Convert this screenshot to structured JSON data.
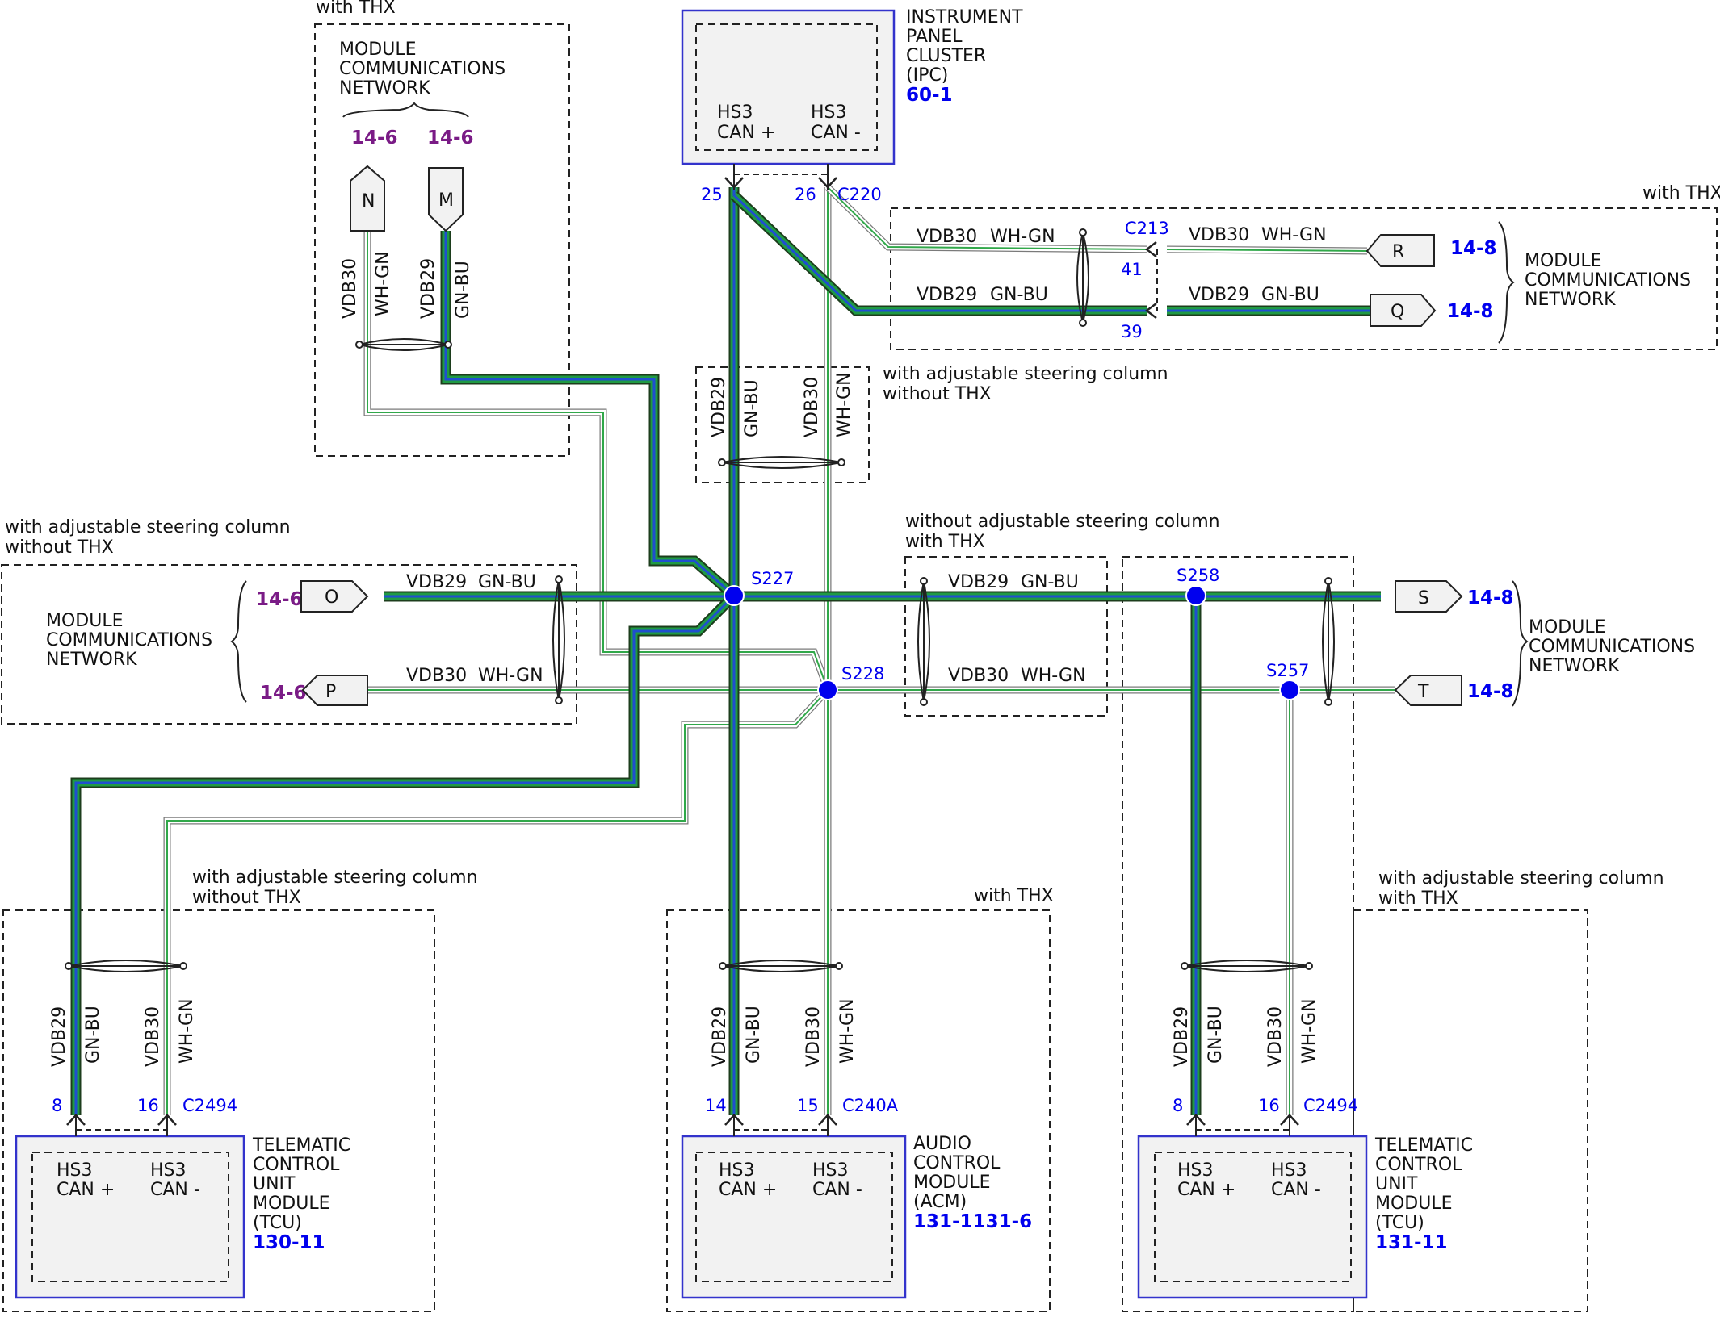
{
  "colors": {
    "wire_gnbu_outer": "#1c3d1c",
    "wire_gnbu_green": "#1f9a44",
    "wire_gnbu_blue": "#1f4fd0",
    "wire_whgn_outer": "#7a7a7a",
    "wire_whgn_stripe": "#31a84a",
    "splice": "#0000ee",
    "ref_blue": "#0000ee",
    "ref_purple": "#7a1b86"
  },
  "conditions": {
    "with_thx_top": "with THX",
    "with_thx_right": "with THX",
    "adj_without_thx_center_1": "with adjustable steering column",
    "adj_without_thx_center_2": "without THX",
    "adj_without_thx_left_1": "with adjustable steering column",
    "adj_without_thx_left_2": "without THX",
    "no_adj_with_thx_1": "without adjustable steering column",
    "no_adj_with_thx_2": "with THX",
    "adj_without_thx_bottom_1": "with adjustable steering column",
    "adj_without_thx_bottom_2": "without THX",
    "with_thx_bottom": "with THX",
    "adj_with_thx_bottom_1": "with adjustable steering column",
    "adj_with_thx_bottom_2": "with THX"
  },
  "networks": {
    "top": {
      "line1": "MODULE",
      "line2": "COMMUNICATIONS",
      "line3": "NETWORK",
      "ref_n": "14-6",
      "ref_m": "14-6"
    },
    "right_upper": {
      "line1": "MODULE",
      "line2": "COMMUNICATIONS",
      "line3": "NETWORK",
      "ref_r": "14-8",
      "ref_q": "14-8"
    },
    "left": {
      "line1": "MODULE",
      "line2": "COMMUNICATIONS",
      "line3": "NETWORK",
      "ref_o": "14-6",
      "ref_p": "14-6"
    },
    "right_lower": {
      "line1": "MODULE",
      "line2": "COMMUNICATIONS",
      "line3": "NETWORK",
      "ref_s": "14-8",
      "ref_t": "14-8"
    }
  },
  "connectors": {
    "n": "N",
    "m": "M",
    "r": "R",
    "q": "Q",
    "o": "O",
    "p": "P",
    "s": "S",
    "t": "T"
  },
  "modules": {
    "ipc": {
      "l1": "INSTRUMENT",
      "l2": "PANEL",
      "l3": "CLUSTER",
      "l4": "(IPC)",
      "ref": "60-1",
      "p1a": "HS3",
      "p1b": "CAN +",
      "p2a": "HS3",
      "p2b": "CAN -",
      "pin_a": "25",
      "pin_b": "26",
      "conn": "C220"
    },
    "tcu_left": {
      "l1": "TELEMATIC",
      "l2": "CONTROL",
      "l3": "UNIT",
      "l4": "MODULE",
      "l5": "(TCU)",
      "ref": "130-11",
      "p1a": "HS3",
      "p1b": "CAN +",
      "p2a": "HS3",
      "p2b": "CAN -",
      "pin_a": "8",
      "pin_b": "16",
      "conn": "C2494"
    },
    "acm": {
      "l1": "AUDIO",
      "l2": "CONTROL",
      "l3": "MODULE",
      "l4": "(ACM)",
      "ref": "131-1131-6",
      "p1a": "HS3",
      "p1b": "CAN +",
      "p2a": "HS3",
      "p2b": "CAN -",
      "pin_a": "14",
      "pin_b": "15",
      "conn": "C240A"
    },
    "tcu_right": {
      "l1": "TELEMATIC",
      "l2": "CONTROL",
      "l3": "UNIT",
      "l4": "MODULE",
      "l5": "(TCU)",
      "ref": "131-11",
      "p1a": "HS3",
      "p1b": "CAN +",
      "p2a": "HS3",
      "p2b": "CAN -",
      "pin_a": "8",
      "pin_b": "16",
      "conn": "C2494"
    }
  },
  "inline": {
    "c213": "C213",
    "pin_41": "41",
    "pin_39": "39"
  },
  "splices": {
    "s227": "S227",
    "s228": "S228",
    "s258": "S258",
    "s257": "S257"
  },
  "wires": {
    "vdb29": "VDB29",
    "gnbu": "GN-BU",
    "vdb30": "VDB30",
    "whgn": "WH-GN"
  }
}
